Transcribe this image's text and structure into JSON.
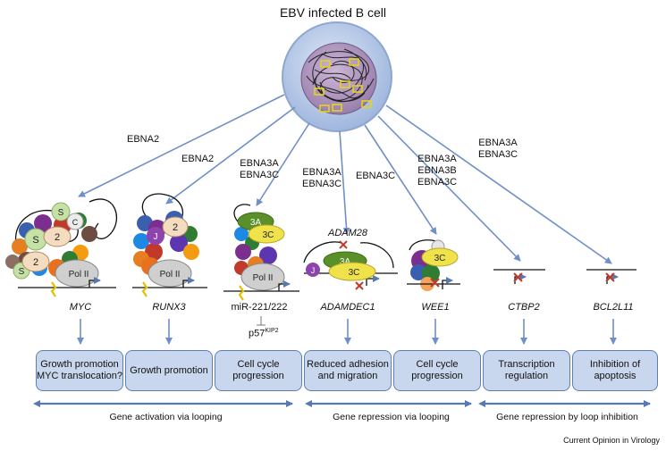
{
  "title": "EBV infected B cell",
  "credit": "Current Opinion in Virology",
  "arrow_labels": {
    "a1": "EBNA2",
    "a2": "EBNA2",
    "a3": [
      "EBNA3A",
      "EBNA3C"
    ],
    "a4": [
      "EBNA3A",
      "EBNA3C"
    ],
    "a5": "EBNA3C",
    "a6": [
      "EBNA3A",
      "EBNA3B",
      "EBNA3C"
    ],
    "a7": [
      "EBNA3A",
      "EBNA3C"
    ]
  },
  "complex_letters": {
    "s": "S",
    "two": "2",
    "c": "C",
    "j": "J",
    "pol": "Pol II",
    "three_a": "3A",
    "three_c": "3C"
  },
  "adam28": "ADAM28",
  "genes": [
    "MYC",
    "RUNX3",
    "miR-221/222",
    "ADAMDEC1",
    "WEE1",
    "CTBP2",
    "BCL2L11"
  ],
  "p57": {
    "main": "p57",
    "sup": "KIP2"
  },
  "outcomes": [
    [
      "Growth promotion",
      "MYC translocation?"
    ],
    [
      "Growth promotion"
    ],
    [
      "Cell cycle",
      "progression"
    ],
    [
      "Reduced adhesion",
      "and migration"
    ],
    [
      "Cell cycle",
      "progression"
    ],
    [
      "Transcription",
      "regulation"
    ],
    [
      "Inhibition of",
      "apoptosis"
    ]
  ],
  "categories": [
    "Gene activation via looping",
    "Gene repression via looping",
    "Gene repression by loop inhibition"
  ],
  "colors": {
    "arrow": "#6f8fc6",
    "box_fill": "#c9d7ee",
    "box_border": "#5f7fb3",
    "cell": "#b4c6e6",
    "nucleus": "#b59ac0"
  }
}
